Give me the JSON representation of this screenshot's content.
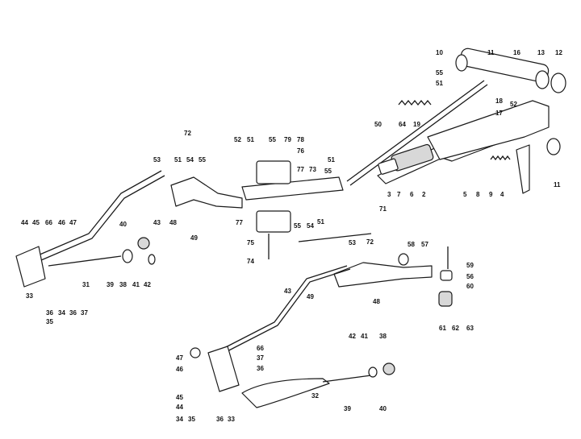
{
  "diagram": {
    "type": "exploded-parts-view",
    "callouts": [
      {
        "id": "c10",
        "text": "10"
      },
      {
        "id": "c11a",
        "text": "11"
      },
      {
        "id": "c16",
        "text": "16"
      },
      {
        "id": "c13",
        "text": "13"
      },
      {
        "id": "c12",
        "text": "12"
      },
      {
        "id": "c55a",
        "text": "55"
      },
      {
        "id": "c51a",
        "text": "51"
      },
      {
        "id": "c52a",
        "text": "52"
      },
      {
        "id": "c18",
        "text": "18"
      },
      {
        "id": "c17",
        "text": "17"
      },
      {
        "id": "c64",
        "text": "64"
      },
      {
        "id": "c19",
        "text": "19"
      },
      {
        "id": "c50",
        "text": "50"
      },
      {
        "id": "c11b",
        "text": "11"
      },
      {
        "id": "c3",
        "text": "3"
      },
      {
        "id": "c7",
        "text": "7"
      },
      {
        "id": "c6",
        "text": "6"
      },
      {
        "id": "c2",
        "text": "2"
      },
      {
        "id": "c5",
        "text": "5"
      },
      {
        "id": "c8",
        "text": "8"
      },
      {
        "id": "c9",
        "text": "9"
      },
      {
        "id": "c4",
        "text": "4"
      },
      {
        "id": "c72a",
        "text": "72"
      },
      {
        "id": "c52b",
        "text": "52"
      },
      {
        "id": "c51b",
        "text": "51"
      },
      {
        "id": "c55b",
        "text": "55"
      },
      {
        "id": "c79",
        "text": "79"
      },
      {
        "id": "c78",
        "text": "78"
      },
      {
        "id": "c76",
        "text": "76"
      },
      {
        "id": "c53a",
        "text": "53"
      },
      {
        "id": "c51c",
        "text": "51"
      },
      {
        "id": "c54a",
        "text": "54"
      },
      {
        "id": "c55c",
        "text": "55"
      },
      {
        "id": "c77a",
        "text": "77"
      },
      {
        "id": "c73",
        "text": "73"
      },
      {
        "id": "c51d",
        "text": "51"
      },
      {
        "id": "c55d",
        "text": "55"
      },
      {
        "id": "c71",
        "text": "71"
      },
      {
        "id": "c43a",
        "text": "43"
      },
      {
        "id": "c48a",
        "text": "48"
      },
      {
        "id": "c49a",
        "text": "49"
      },
      {
        "id": "c77b",
        "text": "77"
      },
      {
        "id": "c75",
        "text": "75"
      },
      {
        "id": "c74",
        "text": "74"
      },
      {
        "id": "c55e",
        "text": "55"
      },
      {
        "id": "c54b",
        "text": "54"
      },
      {
        "id": "c51e",
        "text": "51"
      },
      {
        "id": "c72b",
        "text": "72"
      },
      {
        "id": "c53b",
        "text": "53"
      },
      {
        "id": "c44a",
        "text": "44"
      },
      {
        "id": "c45a",
        "text": "45"
      },
      {
        "id": "c66a",
        "text": "66"
      },
      {
        "id": "c46a",
        "text": "46"
      },
      {
        "id": "c47a",
        "text": "47"
      },
      {
        "id": "c40a",
        "text": "40"
      },
      {
        "id": "c33a",
        "text": "33"
      },
      {
        "id": "c31",
        "text": "31"
      },
      {
        "id": "c39a",
        "text": "39"
      },
      {
        "id": "c38a",
        "text": "38"
      },
      {
        "id": "c41a",
        "text": "41"
      },
      {
        "id": "c42a",
        "text": "42"
      },
      {
        "id": "c36a",
        "text": "36"
      },
      {
        "id": "c34a",
        "text": "34"
      },
      {
        "id": "c36b",
        "text": "36"
      },
      {
        "id": "c37a",
        "text": "37"
      },
      {
        "id": "c35a",
        "text": "35"
      },
      {
        "id": "c58",
        "text": "58"
      },
      {
        "id": "c57",
        "text": "57"
      },
      {
        "id": "c59",
        "text": "59"
      },
      {
        "id": "c56",
        "text": "56"
      },
      {
        "id": "c60",
        "text": "60"
      },
      {
        "id": "c61",
        "text": "61"
      },
      {
        "id": "c62",
        "text": "62"
      },
      {
        "id": "c63",
        "text": "63"
      },
      {
        "id": "c43b",
        "text": "43"
      },
      {
        "id": "c49b",
        "text": "49"
      },
      {
        "id": "c48b",
        "text": "48"
      },
      {
        "id": "c47b",
        "text": "47"
      },
      {
        "id": "c46b",
        "text": "46"
      },
      {
        "id": "c66b",
        "text": "66"
      },
      {
        "id": "c37b",
        "text": "37"
      },
      {
        "id": "c36c",
        "text": "36"
      },
      {
        "id": "c42b",
        "text": "42"
      },
      {
        "id": "c41b",
        "text": "41"
      },
      {
        "id": "c38b",
        "text": "38"
      },
      {
        "id": "c45b",
        "text": "45"
      },
      {
        "id": "c44b",
        "text": "44"
      },
      {
        "id": "c34b",
        "text": "34"
      },
      {
        "id": "c35b",
        "text": "35"
      },
      {
        "id": "c36d",
        "text": "36"
      },
      {
        "id": "c33b",
        "text": "33"
      },
      {
        "id": "c32",
        "text": "32"
      },
      {
        "id": "c39b",
        "text": "39"
      },
      {
        "id": "c40b",
        "text": "40"
      }
    ]
  }
}
